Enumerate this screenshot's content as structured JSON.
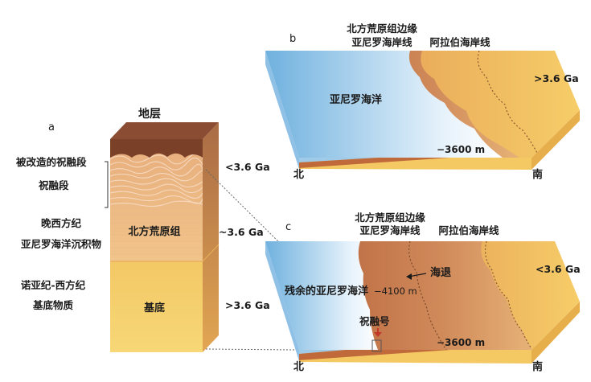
{
  "panel_a": {
    "letter": "a",
    "column_title": "地层",
    "labels_left": {
      "modified_ztr": "被改造的祝融段",
      "ztr": "祝融段",
      "late_hesperian_1": "晚西方纪",
      "late_hesperian_2": "亚尼罗海洋沉积物",
      "noachian_1": "诺亚纪-西方纪",
      "noachian_2": "基底物质"
    },
    "unit_vbf": "北方荒原组",
    "unit_basement": "基底",
    "ages": {
      "top": "<3.6 Ga",
      "middle": "~3.6 Ga",
      "bottom": ">3.6 Ga"
    }
  },
  "panel_b": {
    "letter": "b",
    "label_vbf_margin_1": "北方荒原组边缘",
    "label_vbf_margin_2": "亚尼罗海岸线",
    "label_arabia": "阿拉伯海岸线",
    "ocean": "亚尼罗海洋",
    "depth": "−3600 m",
    "north": "北",
    "south": "南",
    "age": ">3.6 Ga"
  },
  "panel_c": {
    "letter": "c",
    "label_vbf_margin_1": "北方荒原组边缘",
    "label_vbf_margin_2": "亚尼罗海岸线",
    "label_arabia": "阿拉伯海岸线",
    "regression": "海退",
    "ocean": "残余的亚尼罗海洋",
    "depth_ocean": "−4100 m",
    "zhurong": "祝融号",
    "depth": "−3600 m",
    "north": "北",
    "south": "南",
    "age": "<3.6 Ga"
  },
  "colors": {
    "ocean_light": "#ffffff",
    "ocean_dark": "#7ab8e0",
    "sediment": "#c8744a",
    "highland": "#f2c35a",
    "basement": "#f0c35f",
    "soil": "#7a3f2a"
  }
}
